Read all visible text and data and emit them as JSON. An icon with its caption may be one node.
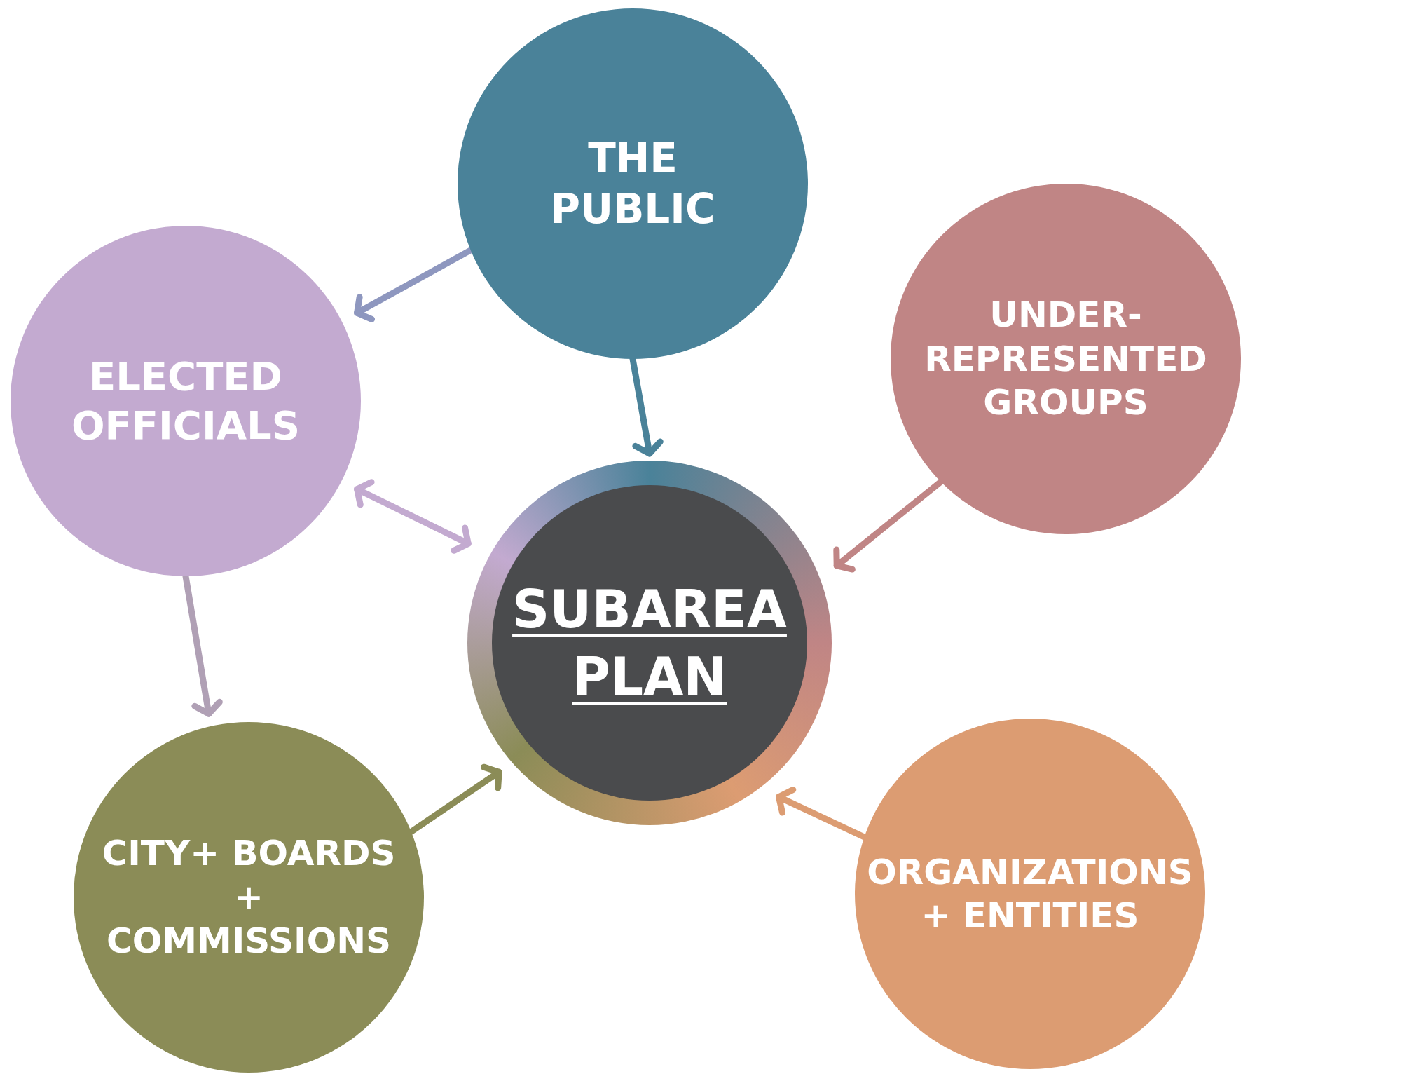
{
  "diagram": {
    "nodes": [
      {
        "text": [
          "THE PUBLIC"
        ]
      },
      {
        "text": [
          "ELECTED OFFICIALS"
        ]
      },
      {
        "text": [
          "UNDER- REPRESENTED GROUPS"
        ]
      },
      {
        "text": [
          "SUBAREA PLAN"
        ]
      },
      {
        "text": [
          "CITY+ BOARDS + COMMISSIONS"
        ]
      },
      {
        "text": [
          "ORGANIZATIONS + ENTITIES"
        ]
      }
    ],
    "edges": [
      {
        "from": 0,
        "to": 1,
        "arrow": "to",
        "color": "#8e97bf"
      },
      {
        "from": 0,
        "to": 3,
        "arrow": "to",
        "color": "#4a8299"
      },
      {
        "from": 1,
        "to": 3,
        "arrow": "both",
        "color": "#c3aad0"
      },
      {
        "from": 2,
        "to": 3,
        "arrow": "to",
        "color": "#c08585"
      },
      {
        "from": 1,
        "to": 4,
        "arrow": "to",
        "color": "#b0a0b5"
      },
      {
        "from": 4,
        "to": 3,
        "arrow": "to",
        "color": "#8b8c57"
      },
      {
        "from": 5,
        "to": 3,
        "arrow": "to",
        "color": "#dc9c72"
      }
    ]
  }
}
